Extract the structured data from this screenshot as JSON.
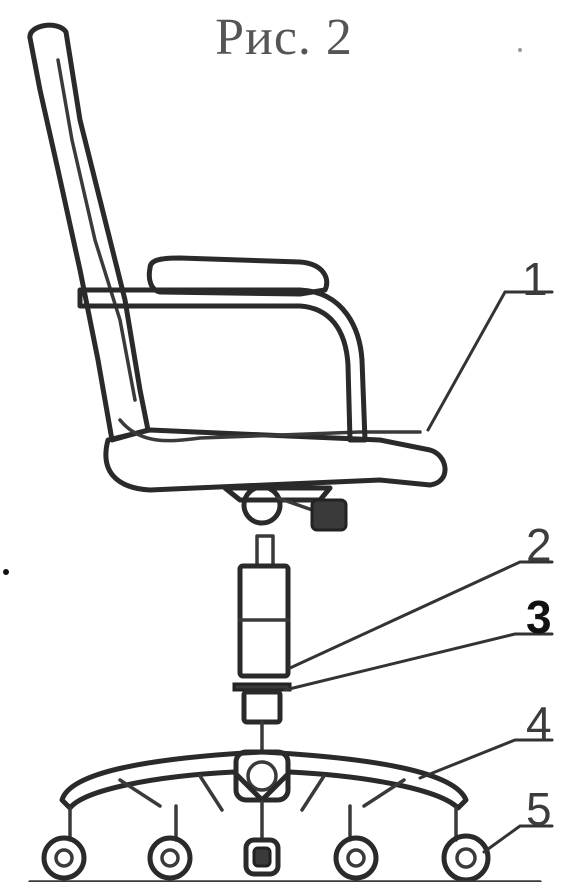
{
  "figure": {
    "title": "Рис. 2"
  },
  "callouts": [
    {
      "label": "1",
      "bold": false
    },
    {
      "label": "2",
      "bold": false
    },
    {
      "label": "3",
      "bold": true
    },
    {
      "label": "4",
      "bold": false
    },
    {
      "label": "5",
      "bold": false
    }
  ],
  "colors": {
    "ink": "#2a2a2a",
    "title": "#555555",
    "background": "#ffffff"
  }
}
